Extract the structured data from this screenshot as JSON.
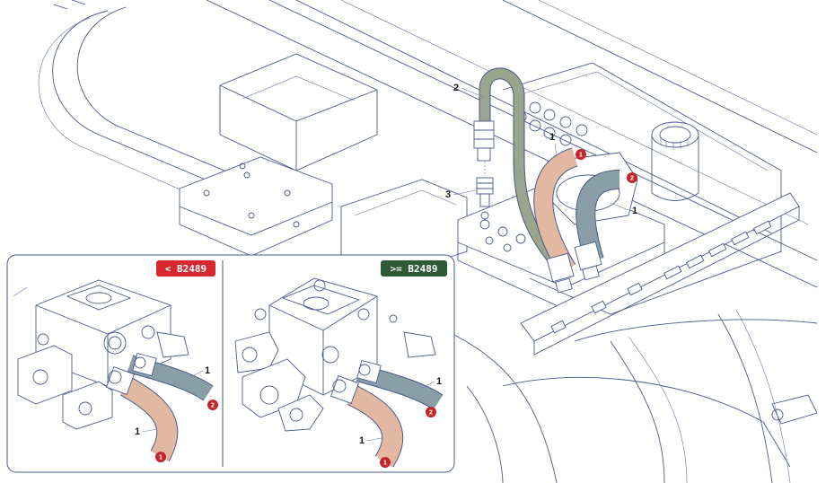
{
  "labels": {
    "hose_1": "1",
    "hose_2": "2",
    "fitting_3": "3",
    "marker_1": "1",
    "marker_2": "2"
  },
  "badges": {
    "before": "< B2489",
    "after": ">= B2489"
  },
  "colors": {
    "line_art": "#4a5a8a",
    "hose_pink": "#e2b8a3",
    "hose_grey": "#8a9ea8",
    "hose_olive": "#9aa58e",
    "marker_red": "#c1262b",
    "badge_red": "#d6282e",
    "badge_green": "#2e5a36"
  }
}
